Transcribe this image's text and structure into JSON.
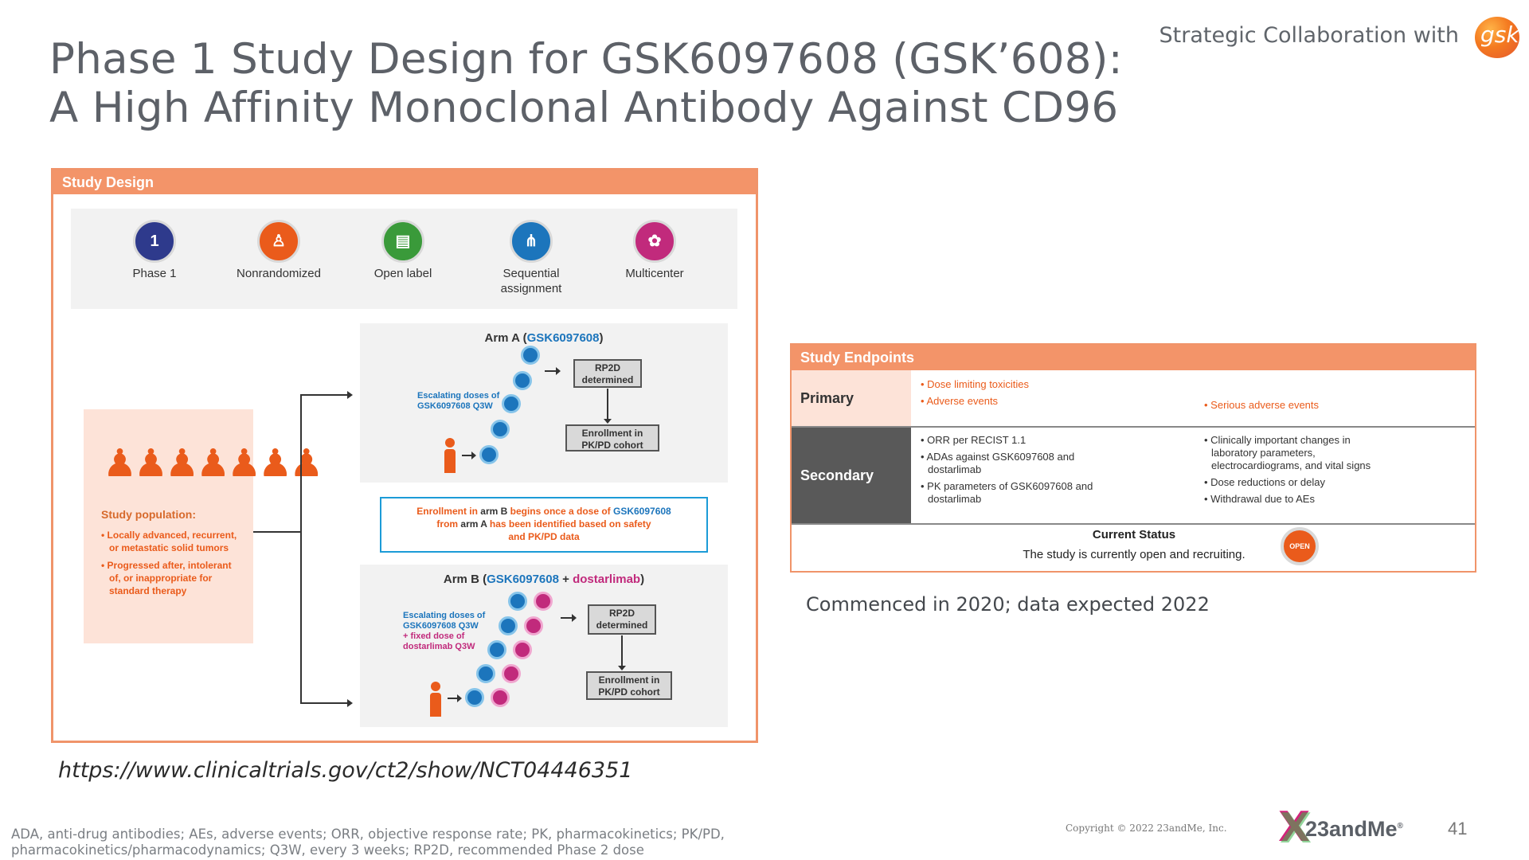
{
  "header": {
    "title_line1": "Phase 1 Study Design for GSK6097608 (GSK’608):",
    "title_line2": "A High Affinity Monoclonal Antibody Against CD96",
    "collab_text": "Strategic Collaboration with",
    "partner_logo_text": "gsk"
  },
  "study_design": {
    "heading": "Study Design",
    "features": [
      {
        "label": "Phase 1",
        "icon": "number-one-icon",
        "color": "#2e3a8c",
        "glyph": "1"
      },
      {
        "label": "Nonrandomized",
        "icon": "person-icon",
        "color": "#ea5b1b",
        "glyph": "♙"
      },
      {
        "label": "Open label",
        "icon": "bottle-icon",
        "color": "#3a9a3a",
        "glyph": "▤"
      },
      {
        "label": "Sequential assignment",
        "icon": "flowchart-icon",
        "color": "#1c75bc",
        "glyph": "⋔"
      },
      {
        "label": "Multicenter",
        "icon": "network-icon",
        "color": "#c12a7c",
        "glyph": "✿"
      }
    ],
    "population": {
      "title": "Study population:",
      "items": [
        "• Locally advanced, recurrent, or metastatic solid tumors",
        "• Progressed after, intolerant of, or inappropriate for standard therapy"
      ]
    },
    "arm_a": {
      "title_prefix": "Arm A (",
      "drug": "GSK6097608",
      "title_suffix": ")",
      "escalation_line1": "Escalating doses of",
      "escalation_line2": "GSK6097608 Q3W",
      "rp2d_line1": "RP2D",
      "rp2d_line2": "determined",
      "enroll_line1": "Enrollment in",
      "enroll_line2": "PK/PD cohort"
    },
    "enrollment_note": {
      "p1": "Enrollment in ",
      "p2": "arm B",
      "p3": " begins once a dose of ",
      "p4": "GSK6097608",
      "p5": "from ",
      "p6": "arm A",
      "p7": " has been identified based on safety",
      "p8": "and PK/PD data"
    },
    "arm_b": {
      "title_prefix": "Arm B (",
      "drug": "GSK6097608",
      "plus": " + ",
      "drug2": "dostarlimab",
      "title_suffix": ")",
      "escalation_line1": "Escalating doses of",
      "escalation_line2": "GSK6097608 Q3W",
      "escalation_line3": "+ fixed dose of",
      "escalation_line4": "dostarlimab Q3W",
      "rp2d_line1": "RP2D",
      "rp2d_line2": "determined",
      "enroll_line1": "Enrollment in",
      "enroll_line2": "PK/PD cohort"
    }
  },
  "source_url": "https://www.clinicaltrials.gov/ct2/show/NCT04446351",
  "endpoints": {
    "heading": "Study Endpoints",
    "primary_label": "Primary",
    "primary_col1": [
      "• Dose limiting toxicities",
      "• Adverse events"
    ],
    "primary_col2": [
      "• Serious adverse events"
    ],
    "secondary_label": "Secondary",
    "secondary_col1": [
      "• ORR per RECIST 1.1",
      "• ADAs against GSK6097608 and dostarlimab",
      "• PK parameters of GSK6097608 and dostarlimab"
    ],
    "secondary_col2": [
      "• Clinically important changes in laboratory parameters, electrocardiograms, and vital signs",
      "• Dose reductions or delay",
      "• Withdrawal due to AEs"
    ],
    "current_status_title": "Current Status",
    "current_status_text": "The study is currently open and recruiting.",
    "badge_text": "OPEN"
  },
  "commenced_text": "Commenced in 2020; data expected 2022",
  "footnote": "ADA, anti-drug antibodies; AEs, adverse events; ORR, objective response rate; PK, pharmacokinetics; PK/PD, pharmacokinetics/pharmacodynamics; Q3W, every 3 weeks; RP2D, recommended Phase 2 dose",
  "copyright": "Copyright © 2022 23andMe, Inc.",
  "brand_name": "23andMe",
  "brand_mark": "®",
  "page_number": "41"
}
